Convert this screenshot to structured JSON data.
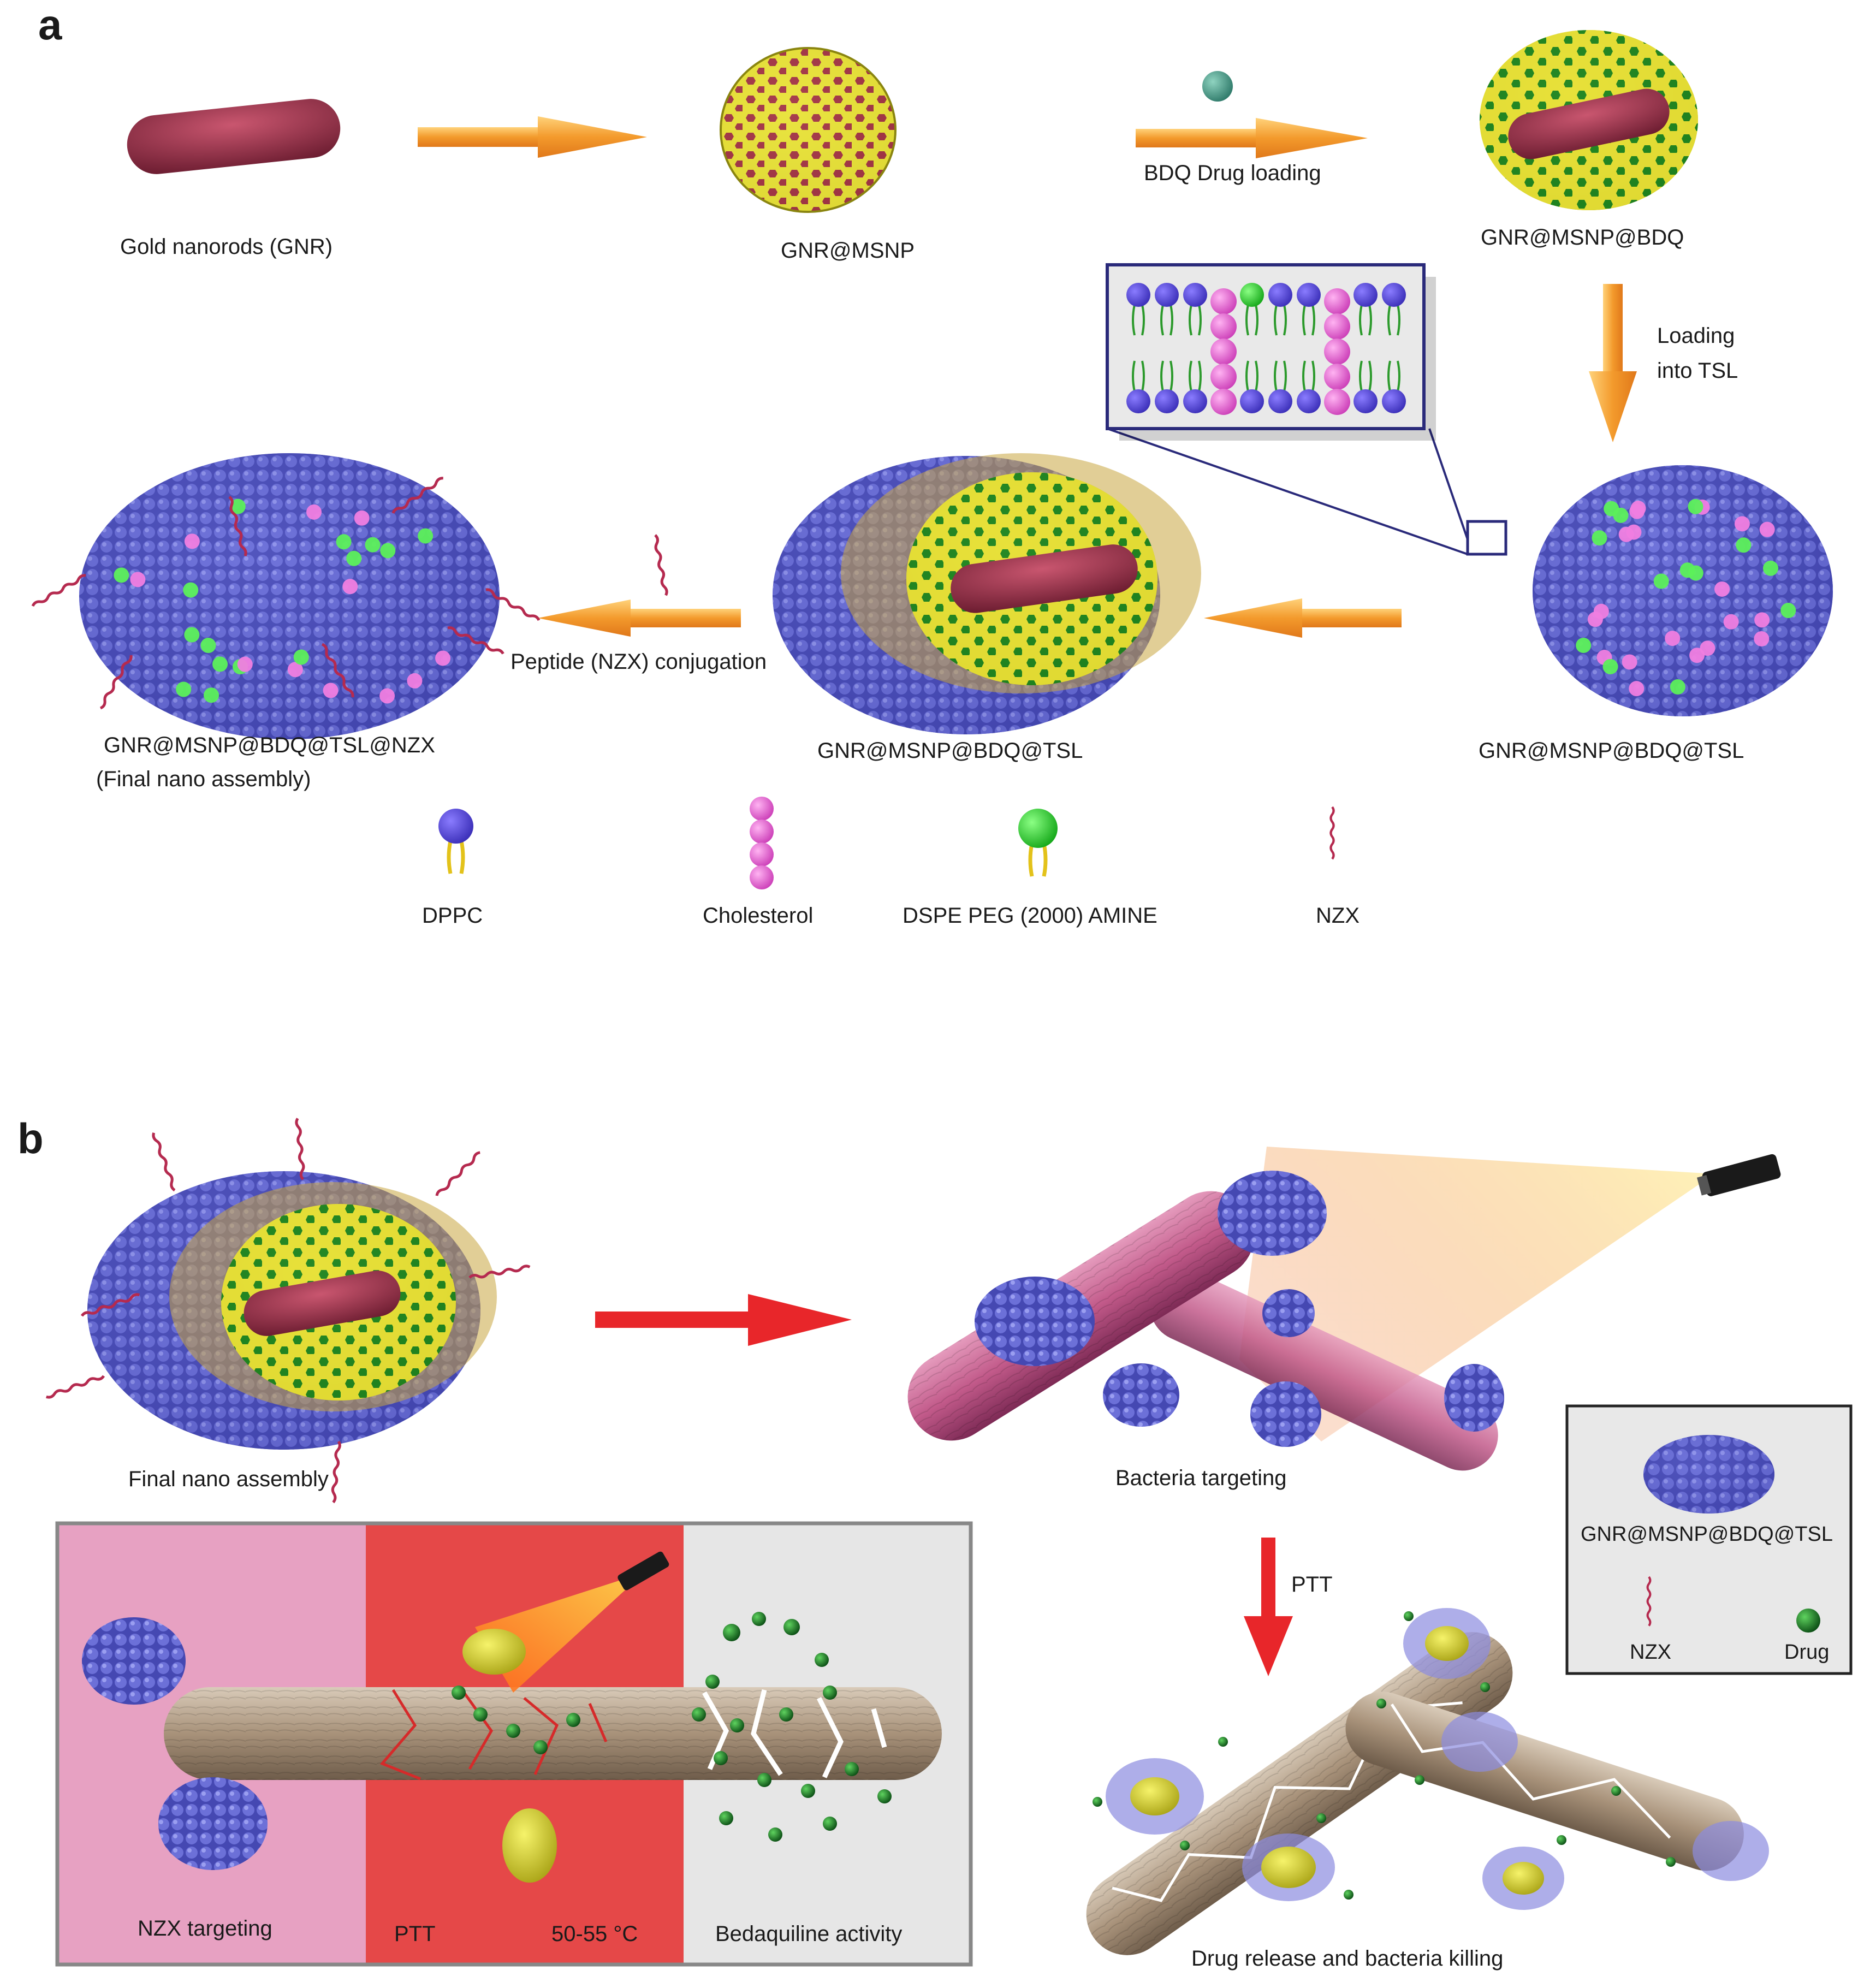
{
  "panel_a": {
    "letter": "a",
    "gnr_label": "Gold nanorods (GNR)",
    "msnp_label": "GNR@MSNP",
    "drug_loading_label": "BDQ Drug loading",
    "bdq_label": "GNR@MSNP@BDQ",
    "loading_tsl_line1": "Loading",
    "loading_tsl_line2": "into TSL",
    "tsl_label_right": "GNR@MSNP@BDQ@TSL",
    "tsl_label_center": "GNR@MSNP@BDQ@TSL",
    "conjugation_label": "Peptide (NZX) conjugation",
    "final_label_line1": "GNR@MSNP@BDQ@TSL@NZX",
    "final_label_line2": "(Final nano assembly)",
    "legend": {
      "dppc": "DPPC",
      "cholesterol": "Cholesterol",
      "dspe": "DSPE PEG (2000) AMINE",
      "nzx": "NZX"
    }
  },
  "panel_b": {
    "letter": "b",
    "final_assembly_label": "Final nano assembly",
    "bacteria_targeting_label": "Bacteria targeting",
    "ptt_arrow_label": "PTT",
    "drug_release_label": "Drug release and bacteria killing",
    "inset": {
      "nzx_targeting": "NZX targeting",
      "ptt": "PTT",
      "temperature": "50-55 °C",
      "bedaquiline": "Bedaquiline activity"
    },
    "legend": {
      "particle": "GNR@MSNP@BDQ@TSL",
      "nzx": "NZX",
      "drug": "Drug"
    }
  },
  "colors": {
    "arrow_orange": "#f39a2c",
    "arrow_red": "#e8262a",
    "lipid_blue": "#5b5fc7",
    "cholesterol_pink": "#e66bd6",
    "dspe_green": "#3ddc3a",
    "msnp_yellow": "#e8e23a",
    "gold_rod": "#8c2a44",
    "bacteria_pink": "#c25a8a",
    "bacteria_tan": "#b4a08a"
  }
}
